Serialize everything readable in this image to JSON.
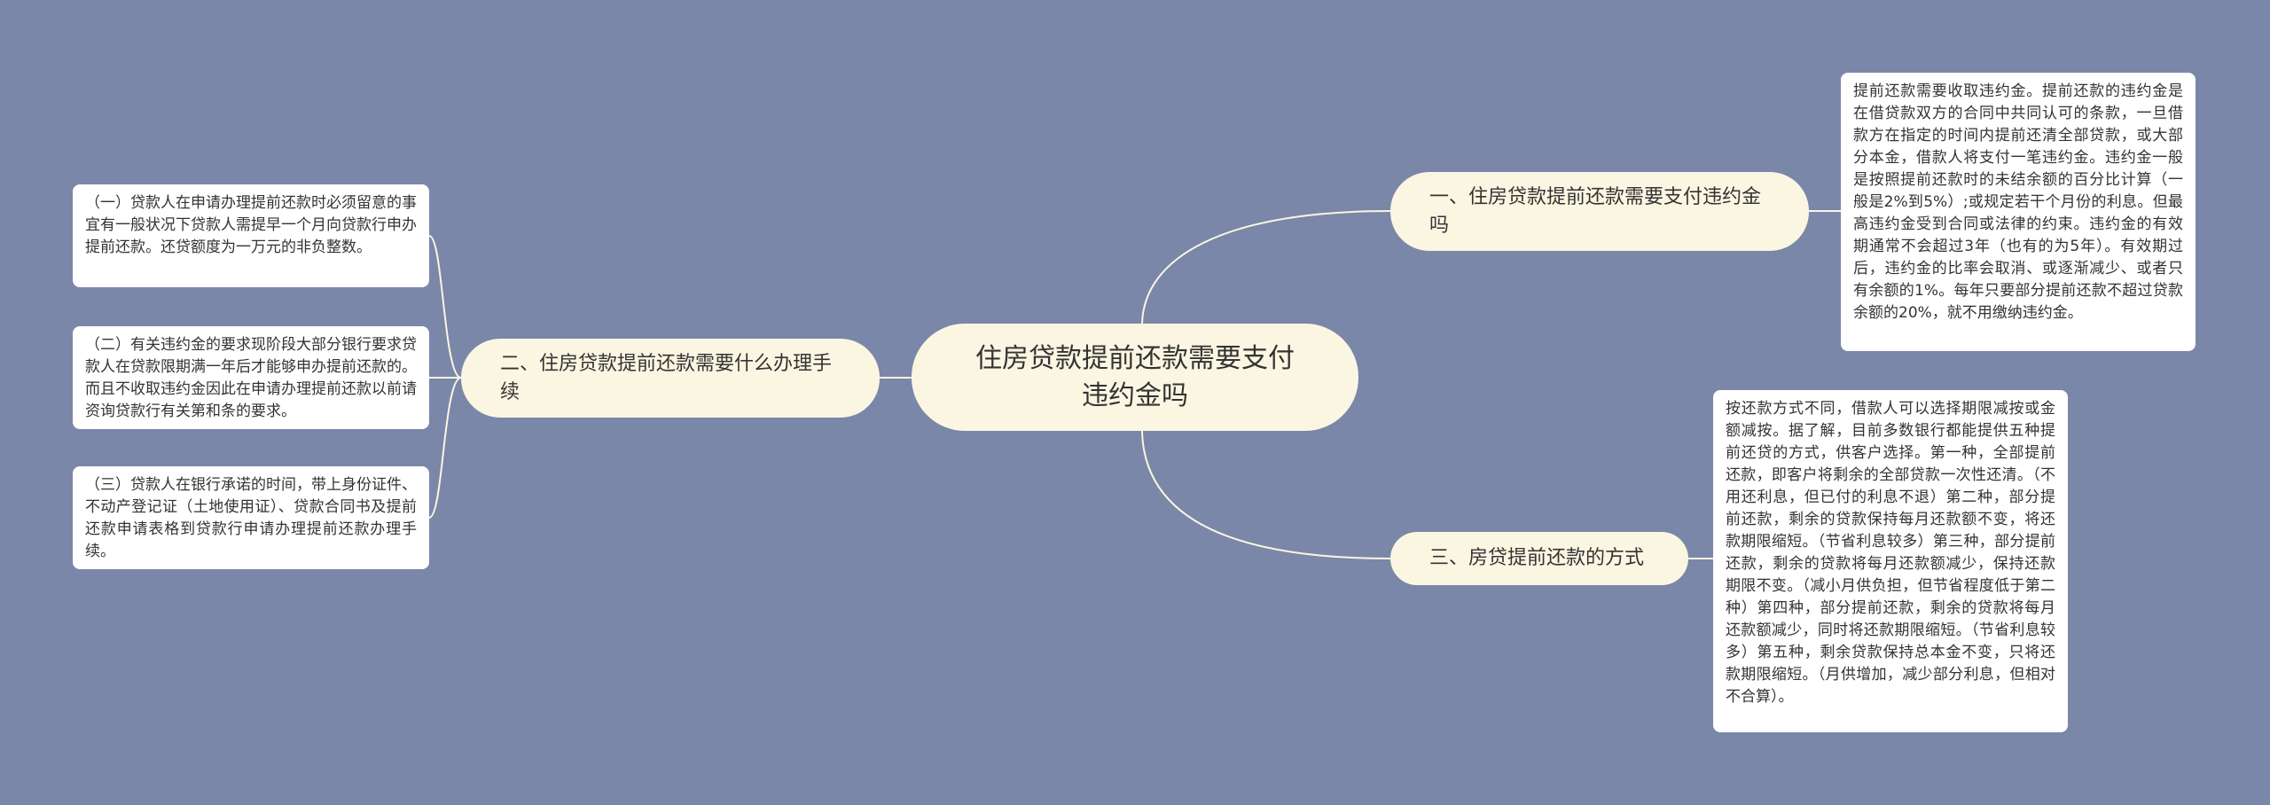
{
  "root": {
    "title": "住房贷款提前还款需要支付违约金吗"
  },
  "branches": [
    {
      "label": "一、住房贷款提前还款需要支付违约金吗",
      "details": [
        "提前还款需要收取违约金。提前还款的违约金是在借贷款双方的合同中共同认可的条款，一旦借款方在指定的时间内提前还清全部贷款，或大部分本金，借款人将支付一笔违约金。违约金一般是按照提前还款时的未结余额的百分比计算（一般是2%到5%）;或规定若干个月份的利息。但最高违约金受到合同或法律的约束。违约金的有效期通常不会超过3年（也有的为5年）。有效期过后，违约金的比率会取消、或逐渐减少、或者只有余额的1%。每年只要部分提前还款不超过贷款余额的20%，就不用缴纳违约金。"
      ]
    },
    {
      "label": "二、住房贷款提前还款需要什么办理手续",
      "details": [
        "（一）贷款人在申请办理提前还款时必须留意的事宜有一般状况下贷款人需提早一个月向贷款行申办提前还款。还贷额度为一万元的非负整数。",
        "（二）有关违约金的要求现阶段大部分银行要求贷款人在贷款限期满一年后才能够申办提前还款的。而且不收取违约金因此在申请办理提前还款以前请资询贷款行有关第和条的要求。",
        "（三）贷款人在银行承诺的时间，带上身份证件、不动产登记证（土地使用证）、贷款合同书及提前还款申请表格到贷款行申请办理提前还款办理手续。"
      ]
    },
    {
      "label": "三、房贷提前还款的方式",
      "details": [
        "按还款方式不同，借款人可以选择期限减按或金额减按。据了解，目前多数银行都能提供五种提前还贷的方式，供客户选择。第一种，全部提前还款，即客户将剩余的全部贷款一次性还清。（不用还利息，但已付的利息不退）第二种，部分提前还款，剩余的贷款保持每月还款额不变，将还款期限缩短。（节省利息较多）第三种，部分提前还款，剩余的贷款将每月还款额减少，保持还款期限不变。（减小月供负担，但节省程度低于第二种）第四种，部分提前还款，剩余的贷款将每月还款额减少，同时将还款期限缩短。（节省利息较多）第五种，剩余贷款保持总本金不变，只将还款期限缩短。（月供增加，减少部分利息，但相对不合算）。"
      ]
    }
  ],
  "colors": {
    "background": "#7a87a8",
    "node_fill": "#fbf6e2",
    "leaf_fill": "#ffffff",
    "connector": "#fbf6e2",
    "text": "#333333"
  }
}
